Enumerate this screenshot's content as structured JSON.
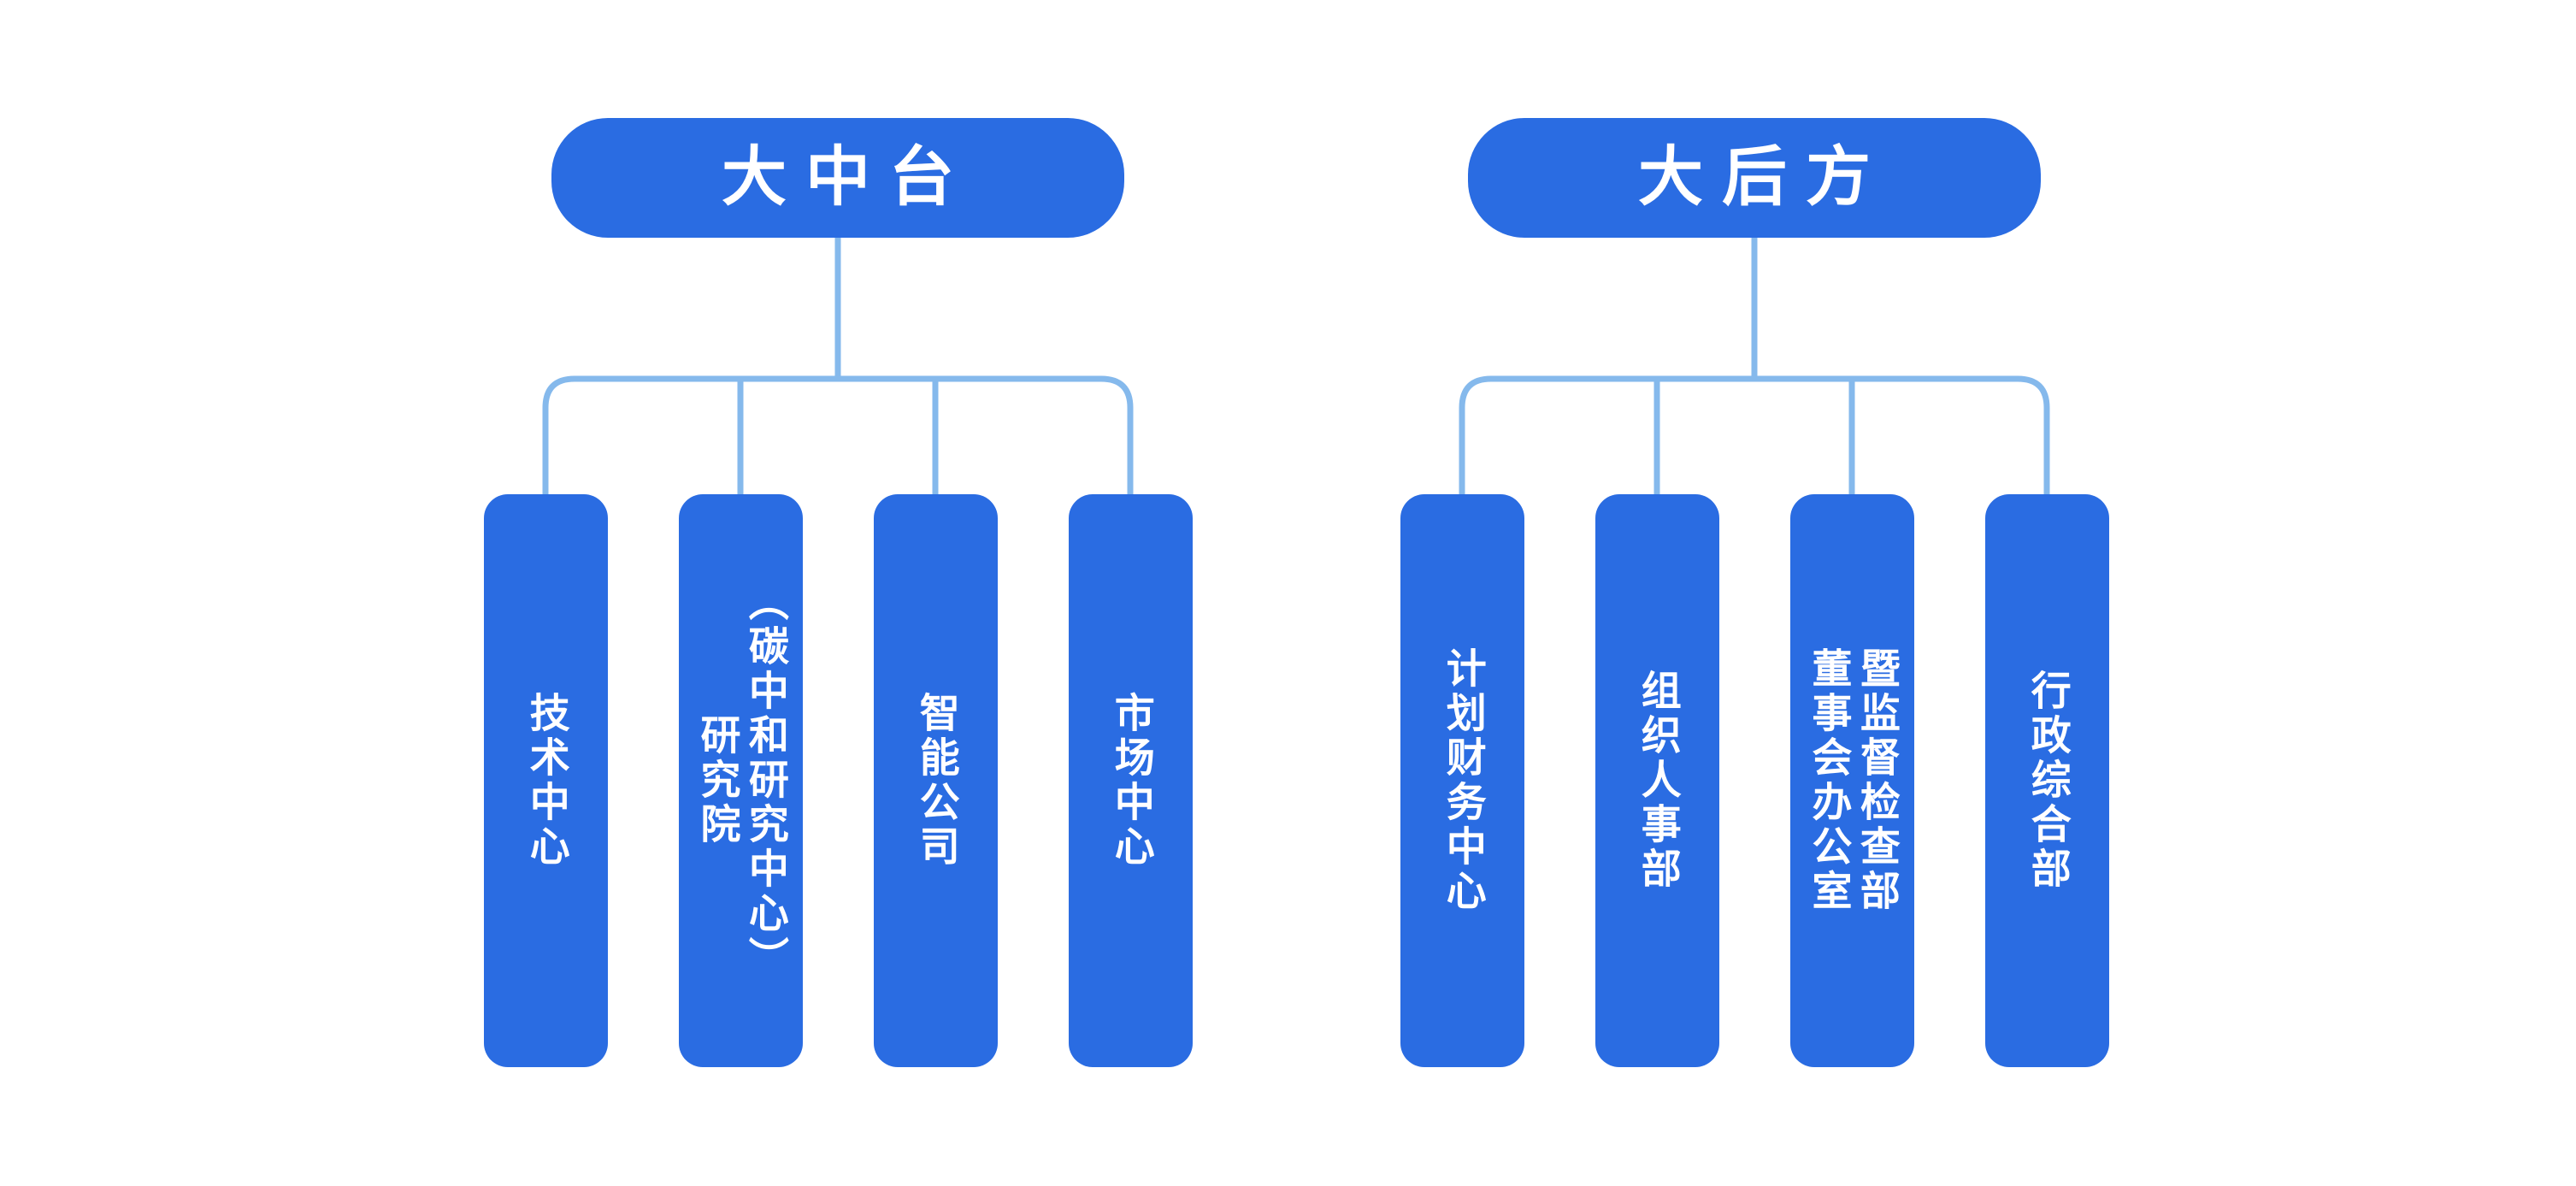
{
  "chart": {
    "type": "org-chart",
    "groups": [
      {
        "root_label": "大中台",
        "children": [
          {
            "label": "技术中心"
          },
          {
            "label": "研究院\n（碳中和研究中心）"
          },
          {
            "label": "智能公司"
          },
          {
            "label": "市场中心"
          }
        ]
      },
      {
        "root_label": "大后方",
        "children": [
          {
            "label": "计划财务中心"
          },
          {
            "label": "组织人事部"
          },
          {
            "label": "董事会办公室\n暨监督检查部"
          },
          {
            "label": "行政综合部"
          }
        ]
      }
    ],
    "colors": {
      "node_fill": "#2a6ce2",
      "connector_line": "#85b9ec",
      "node_text": "#ffffff",
      "background": "#ffffff"
    }
  }
}
